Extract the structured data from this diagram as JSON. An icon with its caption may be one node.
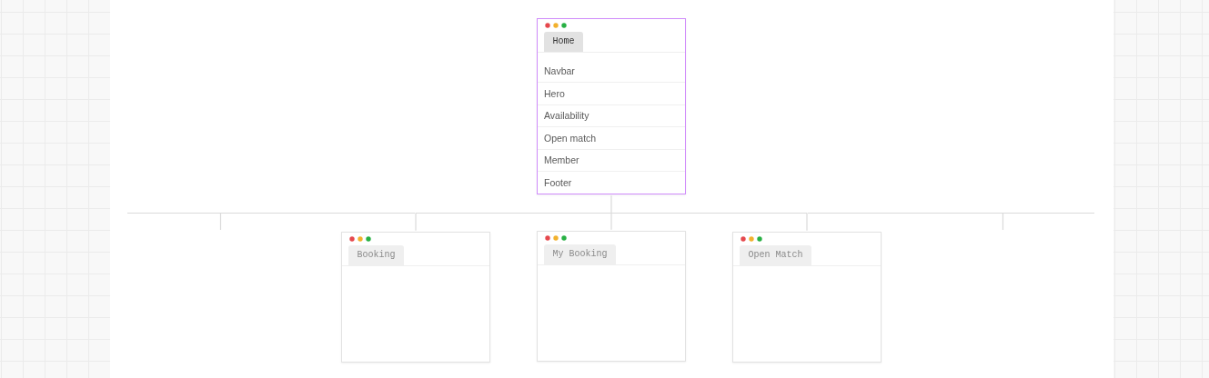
{
  "diagram": {
    "nodes": [
      {
        "text": [
          "Home"
        ]
      },
      {
        "text": [
          "Navbar"
        ],
        "in": 0
      },
      {
        "text": [
          "Hero"
        ],
        "in": 0
      },
      {
        "text": [
          "Availability"
        ],
        "in": 0
      },
      {
        "text": [
          "Open match"
        ],
        "in": 0
      },
      {
        "text": [
          "Member"
        ],
        "in": 0
      },
      {
        "text": [
          "Footer"
        ],
        "in": 0
      },
      {
        "text": [
          "Booking"
        ]
      },
      {
        "text": [
          "My Booking"
        ]
      },
      {
        "text": [
          "Open Match"
        ]
      }
    ],
    "edges": [
      {
        "from": 0,
        "to": null,
        "arrow": "none"
      },
      {
        "from": 0,
        "to": 7,
        "arrow": "none"
      },
      {
        "from": 0,
        "to": 8,
        "arrow": "none"
      },
      {
        "from": 0,
        "to": 9,
        "arrow": "none"
      },
      {
        "from": 0,
        "to": null,
        "arrow": "none"
      }
    ]
  }
}
